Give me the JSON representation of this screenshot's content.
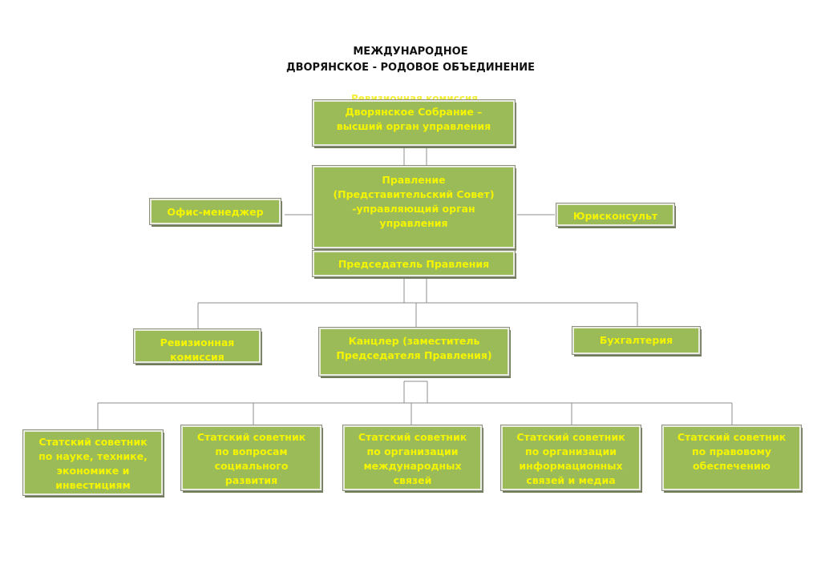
{
  "header": {
    "line1": "МЕЖДУНАРОДНОЕ",
    "line2": "ДВОРЯНСКОЕ - РОДОВОЕ ОБЪЕДИНЕНИЕ",
    "ghost_text": "Ревизионная комиссия"
  },
  "colors": {
    "box_fill": "#9bbb59",
    "box_text": "#f5f500",
    "connector": "#8c8c8c"
  },
  "nodes": {
    "assembly": "Дворянское Собрание –\nвысший орган управления",
    "board": "Правление\n(Представительский Совет)\n-управляющий орган\nуправления",
    "office_manager": "Офис-менеджер",
    "legal_counsel": "Юрисконсульт",
    "chairman": "Председатель  Правления",
    "audit": "Ревизионная\nкомиссия",
    "chancellor": "Канцлер (заместитель\nПредседателя Правления)",
    "accounting": "Бухгалтерия",
    "advisor_science": "Статский советник\nпо науке, технике,\nэкономике и\nинвестициям",
    "advisor_social": "Статский советник\nпо вопросам\nсоциального\nразвития",
    "advisor_intl": "Статский советник\nпо  организации\nмеждународных\nсвязей",
    "advisor_media": "Статский советник\nпо  организации\nинформационных\nсвязей и медиа",
    "advisor_legal": "Статский советник\nпо  правовому\nобеспечению"
  }
}
